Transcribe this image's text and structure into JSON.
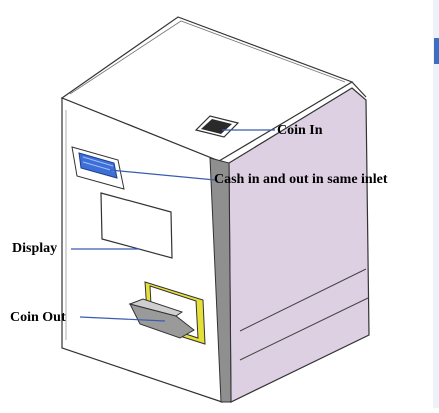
{
  "labels": {
    "coin_in": "Coin In",
    "cash_inlet": "Cash in  and out in same inlet",
    "display": "Display",
    "coin_out": "Coin Out"
  },
  "colors": {
    "side_panel": "#ddd0e2",
    "front_panel": "#ffffff",
    "outline": "#333333",
    "leader_line": "#3a5bb0",
    "inlet_blue": "#3d6fd6",
    "coin_out_yellow": "#e6e03a",
    "edge_gray": "#8f8f8f",
    "right_margin_panel": "#e9eef6"
  },
  "icons": [
    "coin-slot",
    "bill-inlet",
    "coin-out-tray"
  ]
}
